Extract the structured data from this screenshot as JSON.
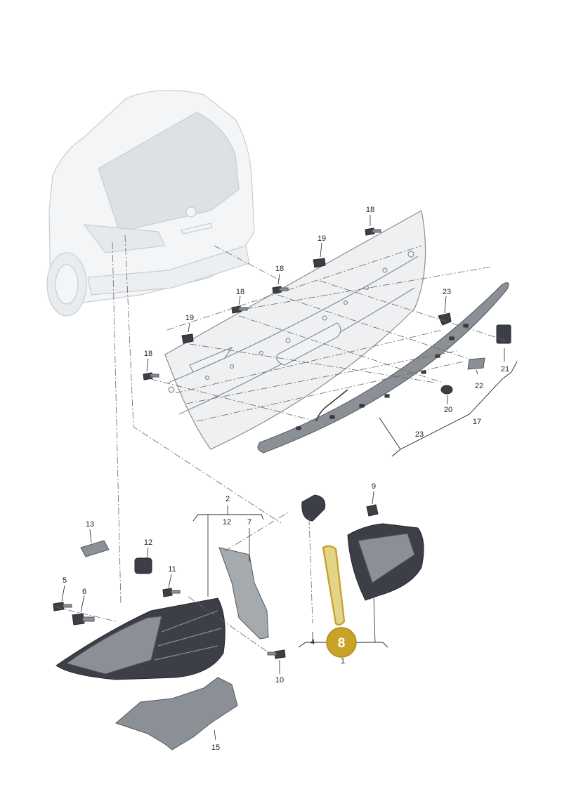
{
  "labels": {
    "l18a": "18",
    "l19a": "19",
    "l18b": "18",
    "l18c": "18",
    "l19b": "19",
    "l18d": "18",
    "l23a": "23",
    "l21": "21",
    "l22": "22",
    "l20": "20",
    "l17": "17",
    "l23b": "23",
    "l2": "2",
    "l12a": "12",
    "l7": "7",
    "l13": "13",
    "l12b": "12",
    "l11": "11",
    "l5": "5",
    "l6": "6",
    "l10": "10",
    "l15": "15",
    "l9": "9",
    "l4": "4",
    "l8": "8",
    "l1": "1"
  },
  "highlight": {
    "part": "8",
    "color": "#c9a227"
  }
}
